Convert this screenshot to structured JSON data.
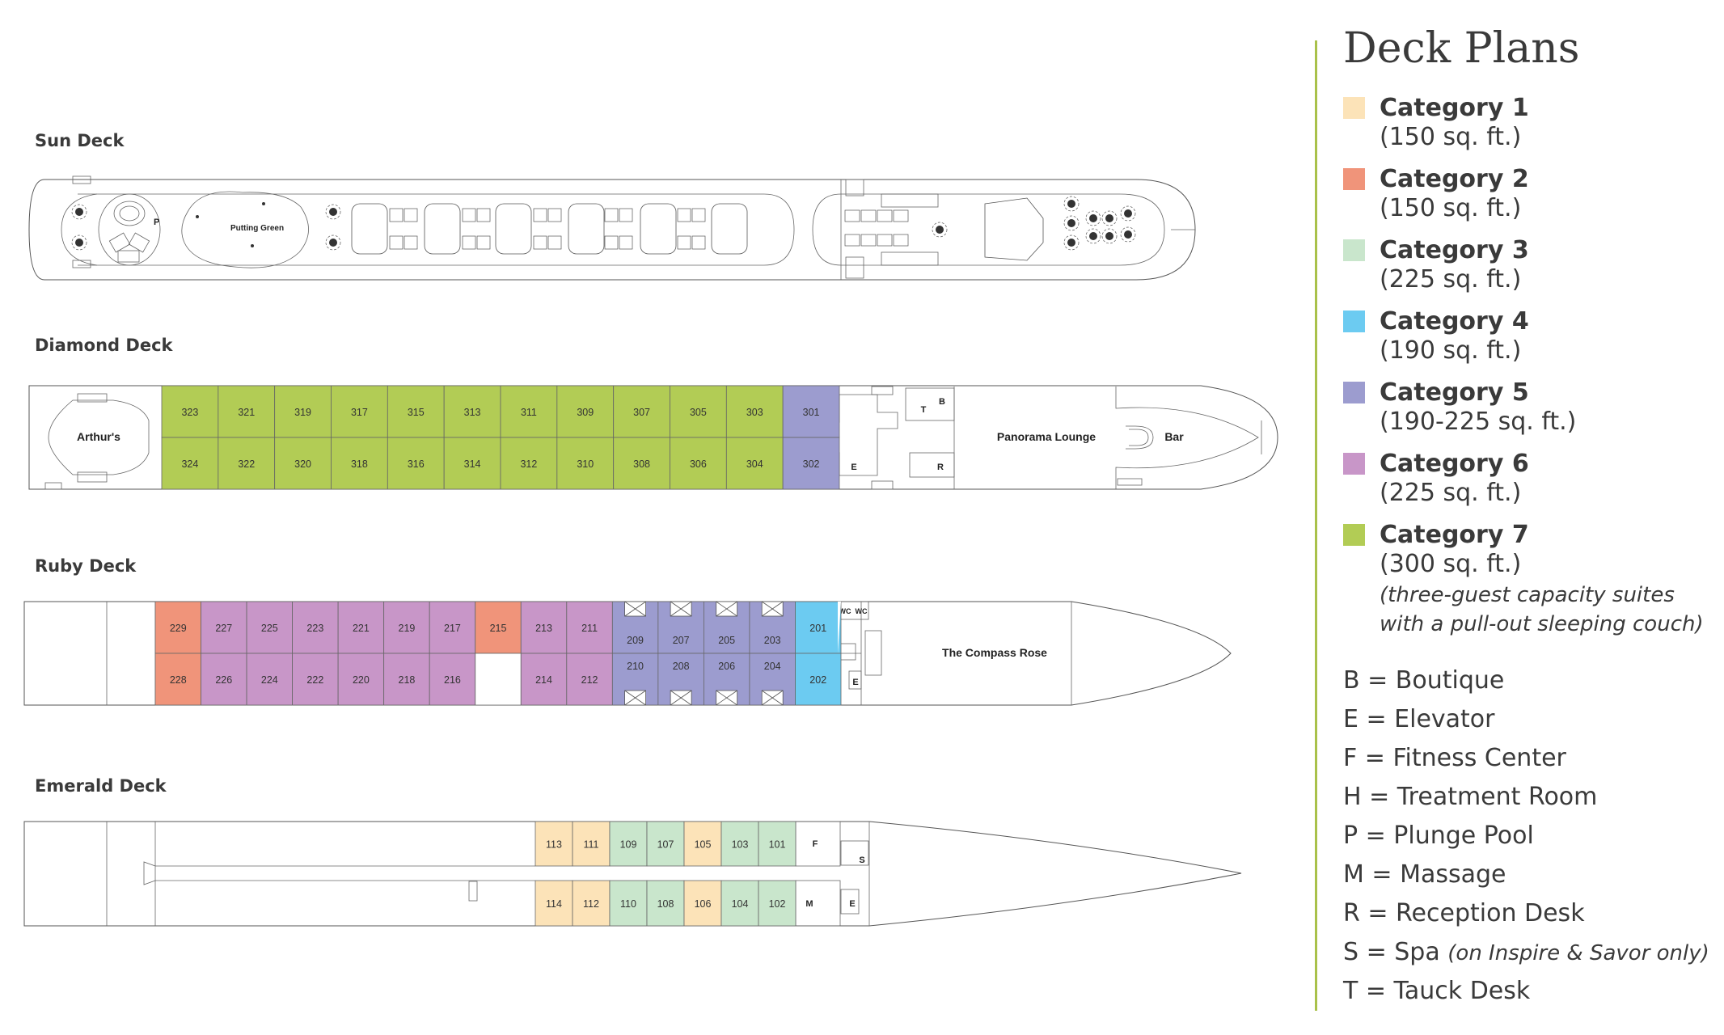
{
  "colors": {
    "cat1": "#fce3b8",
    "cat2": "#f0947a",
    "cat3": "#c9e6cc",
    "cat4": "#6ccbf1",
    "cat5": "#9c9ccf",
    "cat6": "#c896c8",
    "cat7": "#b2cc55",
    "accent_rule": "#a9c14a"
  },
  "legend": {
    "title": "Deck Plans",
    "categories": [
      {
        "name": "Category 1",
        "size": "(150 sq. ft.)",
        "color_key": "cat1"
      },
      {
        "name": "Category 2",
        "size": "(150 sq. ft.)",
        "color_key": "cat2"
      },
      {
        "name": "Category 3",
        "size": "(225 sq. ft.)",
        "color_key": "cat3"
      },
      {
        "name": "Category 4",
        "size": "(190 sq. ft.)",
        "color_key": "cat4"
      },
      {
        "name": "Category 5",
        "size": "(190-225 sq. ft.)",
        "color_key": "cat5"
      },
      {
        "name": "Category 6",
        "size": "(225 sq. ft.)",
        "color_key": "cat6"
      },
      {
        "name": "Category 7",
        "size": "(300 sq. ft.)",
        "color_key": "cat7",
        "note_line1": "(three-guest capacity suites",
        "note_line2": "with a pull-out sleeping couch)"
      }
    ],
    "abbreviations": [
      {
        "text": "B = Boutique"
      },
      {
        "text": "E = Elevator"
      },
      {
        "text": "F = Fitness Center"
      },
      {
        "text": "H = Treatment Room"
      },
      {
        "text": "P = Plunge Pool"
      },
      {
        "text": "M = Massage"
      },
      {
        "text": "R = Reception Desk"
      },
      {
        "text": "S = Spa ",
        "note": "(on Inspire & Savor only)"
      },
      {
        "text": "T = Tauck Desk"
      }
    ]
  },
  "decks": {
    "sun": {
      "title": "Sun Deck",
      "labels": {
        "pool": "P",
        "green": "Putting Green"
      }
    },
    "diamond": {
      "title": "Diamond Deck",
      "labels": {
        "arthurs": "Arthur's",
        "lounge": "Panorama Lounge",
        "bar": "Bar",
        "b": "B",
        "t": "T",
        "e": "E",
        "r": "R"
      },
      "top_row": [
        {
          "num": "323",
          "cat": "cat7"
        },
        {
          "num": "321",
          "cat": "cat7"
        },
        {
          "num": "319",
          "cat": "cat7"
        },
        {
          "num": "317",
          "cat": "cat7"
        },
        {
          "num": "315",
          "cat": "cat7"
        },
        {
          "num": "313",
          "cat": "cat7"
        },
        {
          "num": "311",
          "cat": "cat7"
        },
        {
          "num": "309",
          "cat": "cat7"
        },
        {
          "num": "307",
          "cat": "cat7"
        },
        {
          "num": "305",
          "cat": "cat7"
        },
        {
          "num": "303",
          "cat": "cat7"
        },
        {
          "num": "301",
          "cat": "cat5"
        }
      ],
      "bottom_row": [
        {
          "num": "324",
          "cat": "cat7"
        },
        {
          "num": "322",
          "cat": "cat7"
        },
        {
          "num": "320",
          "cat": "cat7"
        },
        {
          "num": "318",
          "cat": "cat7"
        },
        {
          "num": "316",
          "cat": "cat7"
        },
        {
          "num": "314",
          "cat": "cat7"
        },
        {
          "num": "312",
          "cat": "cat7"
        },
        {
          "num": "310",
          "cat": "cat7"
        },
        {
          "num": "308",
          "cat": "cat7"
        },
        {
          "num": "306",
          "cat": "cat7"
        },
        {
          "num": "304",
          "cat": "cat7"
        },
        {
          "num": "302",
          "cat": "cat5"
        }
      ]
    },
    "ruby": {
      "title": "Ruby Deck",
      "labels": {
        "compass": "The Compass Rose",
        "wc1": "WC",
        "wc2": "WC",
        "e": "E"
      },
      "top_row": [
        {
          "num": "229",
          "cat": "cat2"
        },
        {
          "num": "227",
          "cat": "cat6"
        },
        {
          "num": "225",
          "cat": "cat6"
        },
        {
          "num": "223",
          "cat": "cat6"
        },
        {
          "num": "221",
          "cat": "cat6"
        },
        {
          "num": "219",
          "cat": "cat6"
        },
        {
          "num": "217",
          "cat": "cat6"
        },
        {
          "num": "215",
          "cat": "cat2"
        },
        {
          "num": "213",
          "cat": "cat6"
        },
        {
          "num": "211",
          "cat": "cat6"
        },
        {
          "num": "209",
          "cat": "cat5"
        },
        {
          "num": "207",
          "cat": "cat5"
        },
        {
          "num": "205",
          "cat": "cat5"
        },
        {
          "num": "203",
          "cat": "cat5"
        },
        {
          "num": "201",
          "cat": "cat4"
        }
      ],
      "bottom_row": [
        {
          "num": "228",
          "cat": "cat2"
        },
        {
          "num": "226",
          "cat": "cat6"
        },
        {
          "num": "224",
          "cat": "cat6"
        },
        {
          "num": "222",
          "cat": "cat6"
        },
        {
          "num": "220",
          "cat": "cat6"
        },
        {
          "num": "218",
          "cat": "cat6"
        },
        {
          "num": "216",
          "cat": "cat6"
        },
        {
          "num": "",
          "cat": "none"
        },
        {
          "num": "214",
          "cat": "cat6"
        },
        {
          "num": "212",
          "cat": "cat6"
        },
        {
          "num": "210",
          "cat": "cat5"
        },
        {
          "num": "208",
          "cat": "cat5"
        },
        {
          "num": "206",
          "cat": "cat5"
        },
        {
          "num": "204",
          "cat": "cat5"
        },
        {
          "num": "202",
          "cat": "cat4"
        }
      ]
    },
    "emerald": {
      "title": "Emerald Deck",
      "labels": {
        "f": "F",
        "s": "S",
        "m": "M",
        "e": "E"
      },
      "top_row": [
        {
          "num": "113",
          "cat": "cat1"
        },
        {
          "num": "111",
          "cat": "cat1"
        },
        {
          "num": "109",
          "cat": "cat3"
        },
        {
          "num": "107",
          "cat": "cat3"
        },
        {
          "num": "105",
          "cat": "cat1"
        },
        {
          "num": "103",
          "cat": "cat3"
        },
        {
          "num": "101",
          "cat": "cat3"
        }
      ],
      "bottom_row": [
        {
          "num": "114",
          "cat": "cat1"
        },
        {
          "num": "112",
          "cat": "cat1"
        },
        {
          "num": "110",
          "cat": "cat3"
        },
        {
          "num": "108",
          "cat": "cat3"
        },
        {
          "num": "106",
          "cat": "cat1"
        },
        {
          "num": "104",
          "cat": "cat3"
        },
        {
          "num": "102",
          "cat": "cat3"
        }
      ]
    }
  }
}
